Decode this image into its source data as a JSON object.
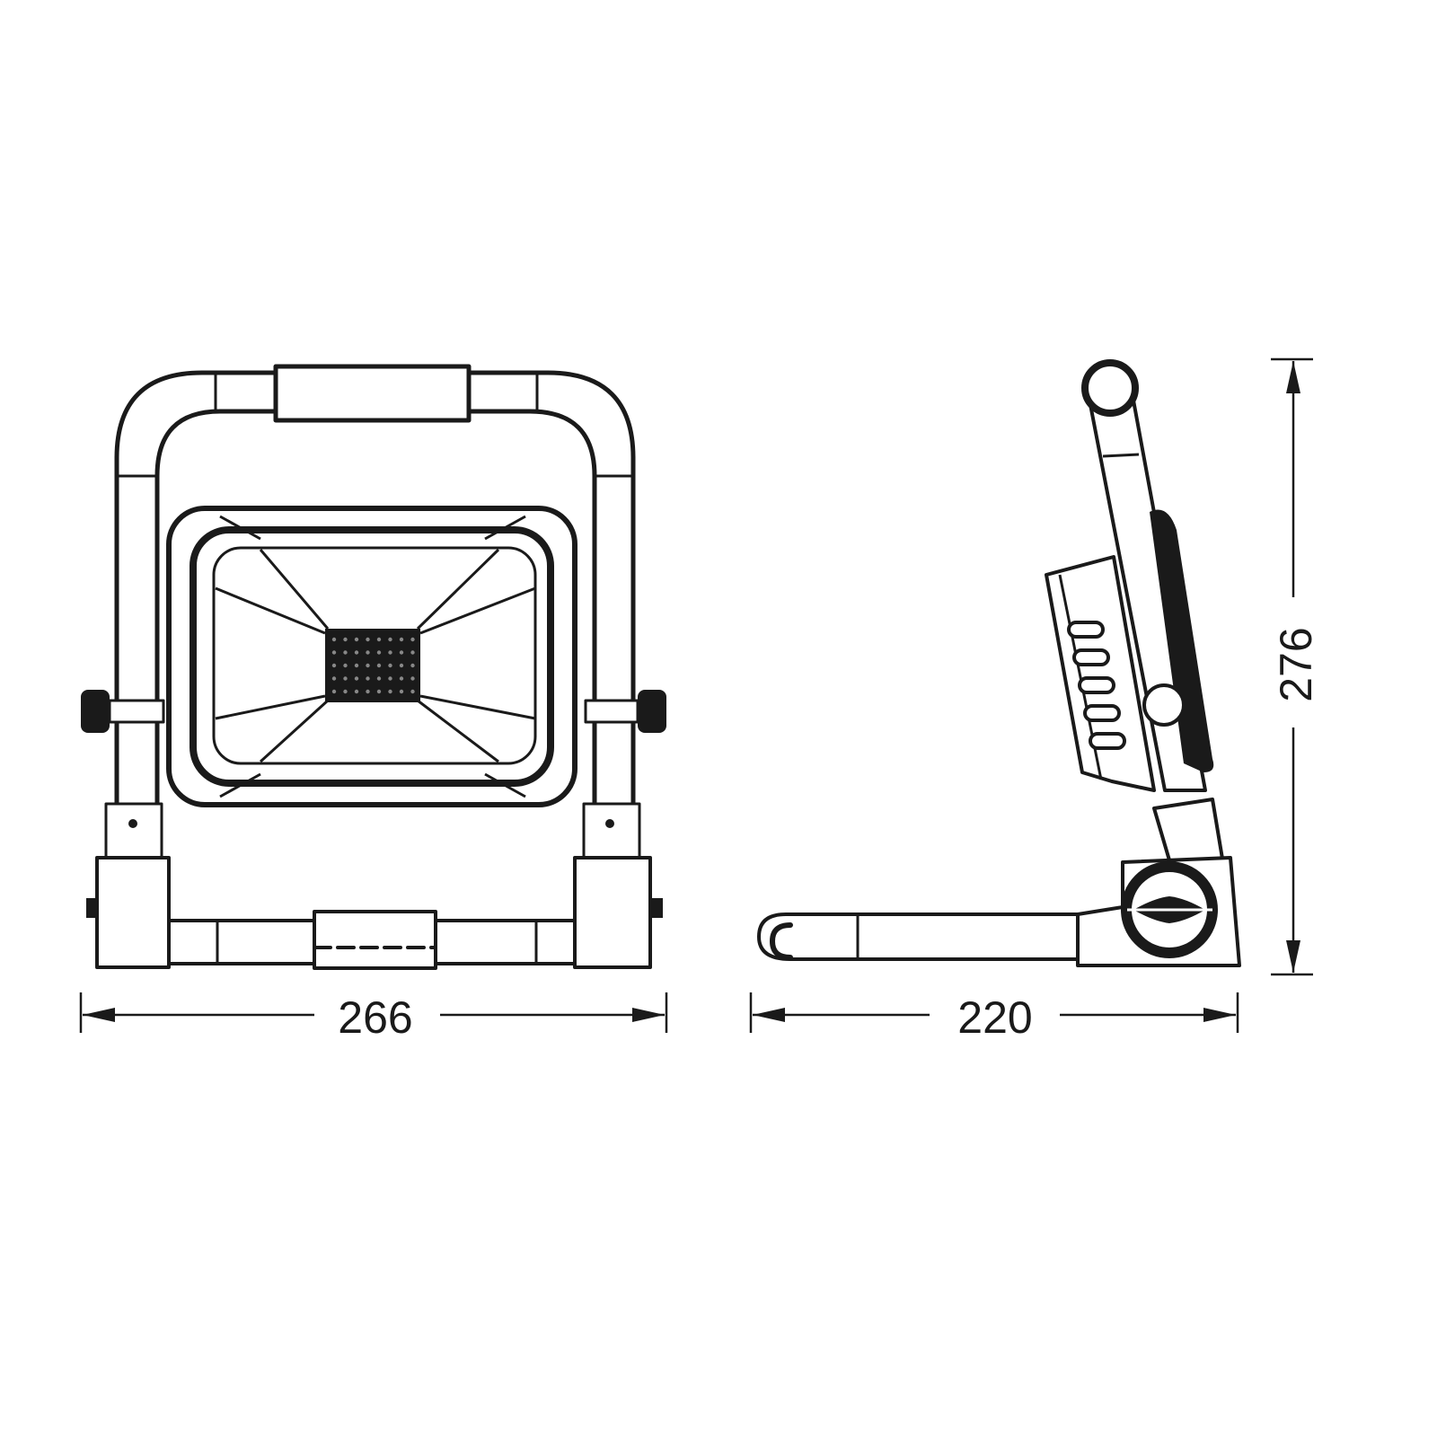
{
  "drawing": {
    "views": [
      "front-view",
      "side-view"
    ],
    "dimensions": {
      "front_width": "266",
      "side_depth": "220",
      "height": "276"
    },
    "line_color": "#1a1a1a",
    "background": "#ffffff"
  }
}
